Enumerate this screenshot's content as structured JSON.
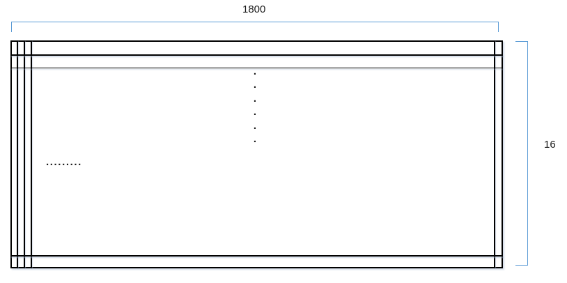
{
  "diagram": {
    "title_semantic": "panel-cross-section-dimension-drawing",
    "width_dimension": {
      "label": "1800"
    },
    "height_dimension": {
      "label": "16"
    },
    "vertical_ellipsis": ".\n.\n.\n.\n.\n.",
    "horizontal_ellipsis": "........."
  },
  "colors": {
    "dimension_bracket": "#5B9BD5",
    "outline": "#000000",
    "background": "#ffffff"
  }
}
